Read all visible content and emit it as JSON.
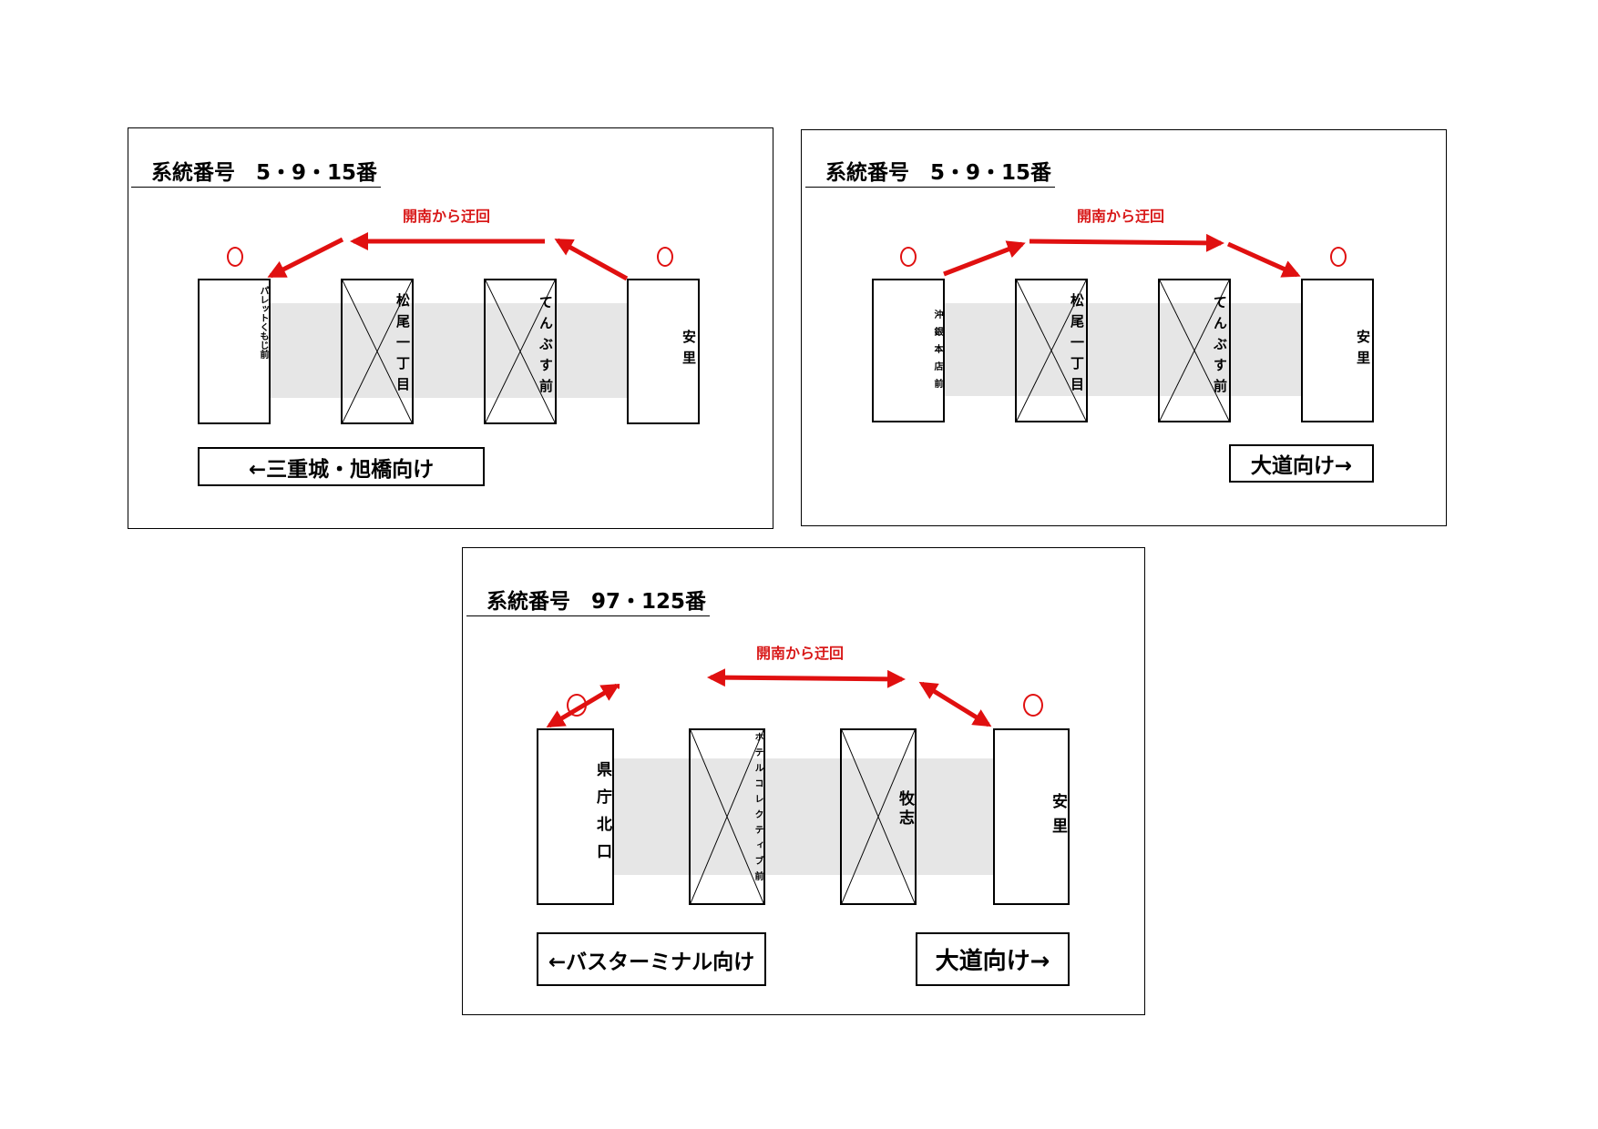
{
  "panels": [
    {
      "title": "系統番号　5・9・15番",
      "detour_label": "開南から迂回",
      "stops": [
        {
          "label": "パレットくもじ前",
          "skipped": false,
          "marked": true
        },
        {
          "label": "松尾一丁目",
          "skipped": true,
          "marked": false
        },
        {
          "label": "てんぶす前",
          "skipped": true,
          "marked": false
        },
        {
          "label": "安里",
          "skipped": false,
          "marked": true
        }
      ],
      "markers": [
        "○",
        "○"
      ],
      "direction_left": "←三重城・旭橋向け"
    },
    {
      "title": "系統番号　5・9・15番",
      "detour_label": "開南から迂回",
      "stops": [
        {
          "label": "沖銀本店前",
          "skipped": false,
          "marked": true
        },
        {
          "label": "松尾一丁目",
          "skipped": true,
          "marked": false
        },
        {
          "label": "てんぶす前",
          "skipped": true,
          "marked": false
        },
        {
          "label": "安里",
          "skipped": false,
          "marked": true
        }
      ],
      "direction_right": "大道向け→"
    },
    {
      "title": "系統番号　97・125番",
      "detour_label": "開南から迂回",
      "stops": [
        {
          "label": "県庁北口",
          "skipped": false,
          "marked": true
        },
        {
          "label": "ホテルコレクティブ前",
          "skipped": true,
          "marked": false
        },
        {
          "label": "牧志",
          "skipped": true,
          "marked": false
        },
        {
          "label": "安里",
          "skipped": false,
          "marked": true
        }
      ],
      "direction_left": "←バスターミナル向け",
      "direction_right": "大道向け→"
    }
  ],
  "colors": {
    "arrow": "#e01010",
    "detour_text": "#d81818",
    "band": "#e6e6e6"
  }
}
